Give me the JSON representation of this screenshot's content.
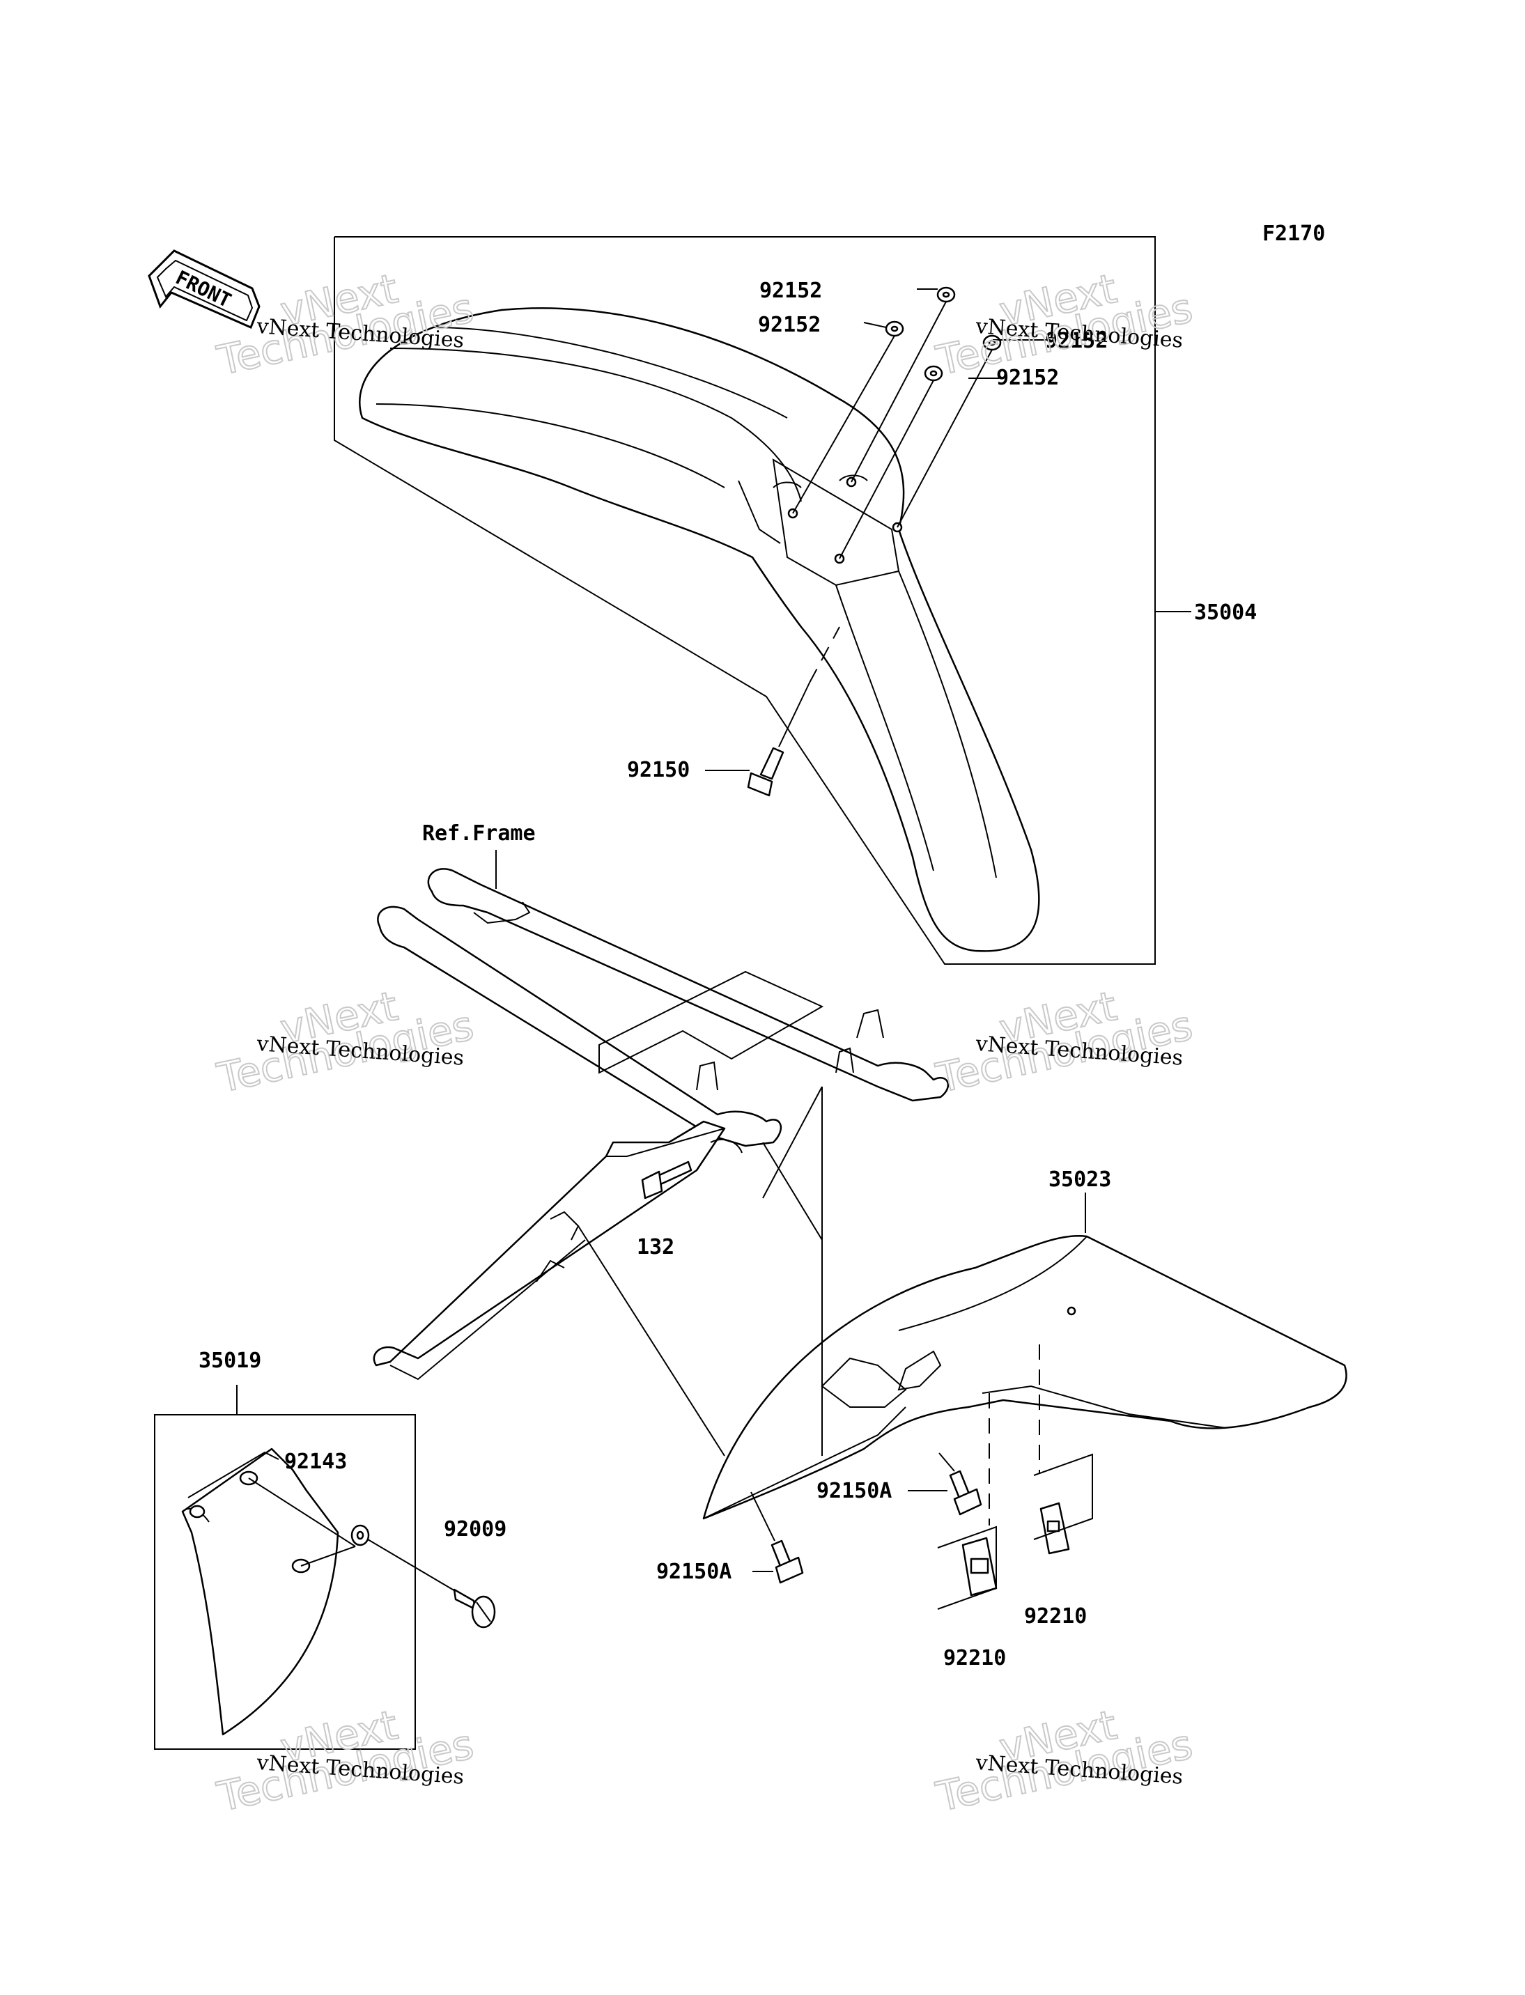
{
  "diagram_code": "F2170",
  "front_arrow_label": "FRONT",
  "ref_frame_label": "Ref.Frame",
  "watermark": {
    "line1": "vNext Technologies",
    "line2": "vNext",
    "line3": "Technologies"
  },
  "part_numbers": {
    "front_fender": "35004",
    "rear_fender": "35023",
    "flap": "35019",
    "washer_a": "92152",
    "washer_b": "92152",
    "washer_c": "92152",
    "washer_d": "92152",
    "bolt_front": "92150",
    "bolt_frame": "132",
    "bolt_rear_a": "92150A",
    "bolt_rear_b": "92150A",
    "washer_flap": "92143",
    "screw_flap": "92009",
    "nut_a": "92210",
    "nut_b": "92210"
  }
}
